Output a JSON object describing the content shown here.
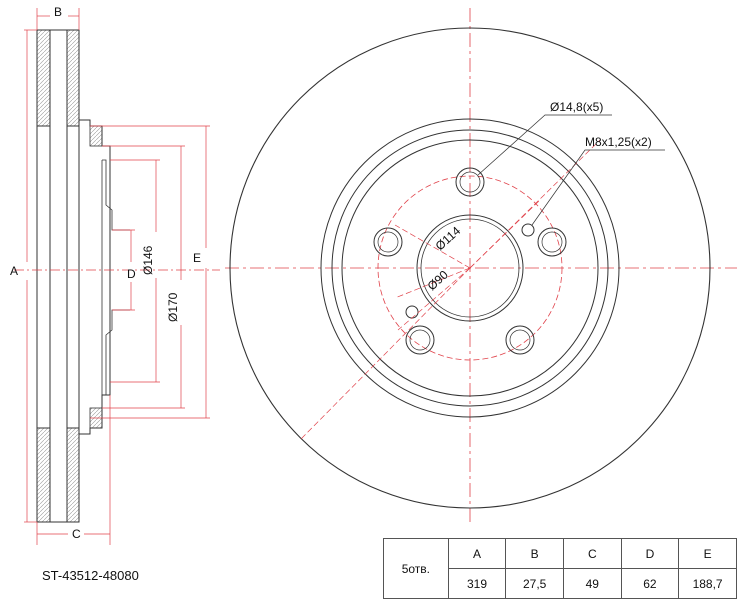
{
  "part_number": "ST-43512-48080",
  "side_view_labels": {
    "A": "A",
    "B": "B",
    "C": "C",
    "D": "D",
    "E": "E",
    "d146": "Ø146",
    "d170": "Ø170"
  },
  "front_view_labels": {
    "bolt_holes": "Ø14,8(x5)",
    "threads": "M8x1,25(x2)",
    "pcd": "Ø114",
    "center_bore": "Ø90"
  },
  "spec_table": {
    "holes_label": "5отв.",
    "headers": [
      "A",
      "B",
      "C",
      "D",
      "E"
    ],
    "values": [
      "319",
      "27,5",
      "49",
      "62",
      "188,7"
    ]
  },
  "colors": {
    "line": "#333333",
    "dimension": "#e0424a",
    "centerline": "#e0424a"
  }
}
